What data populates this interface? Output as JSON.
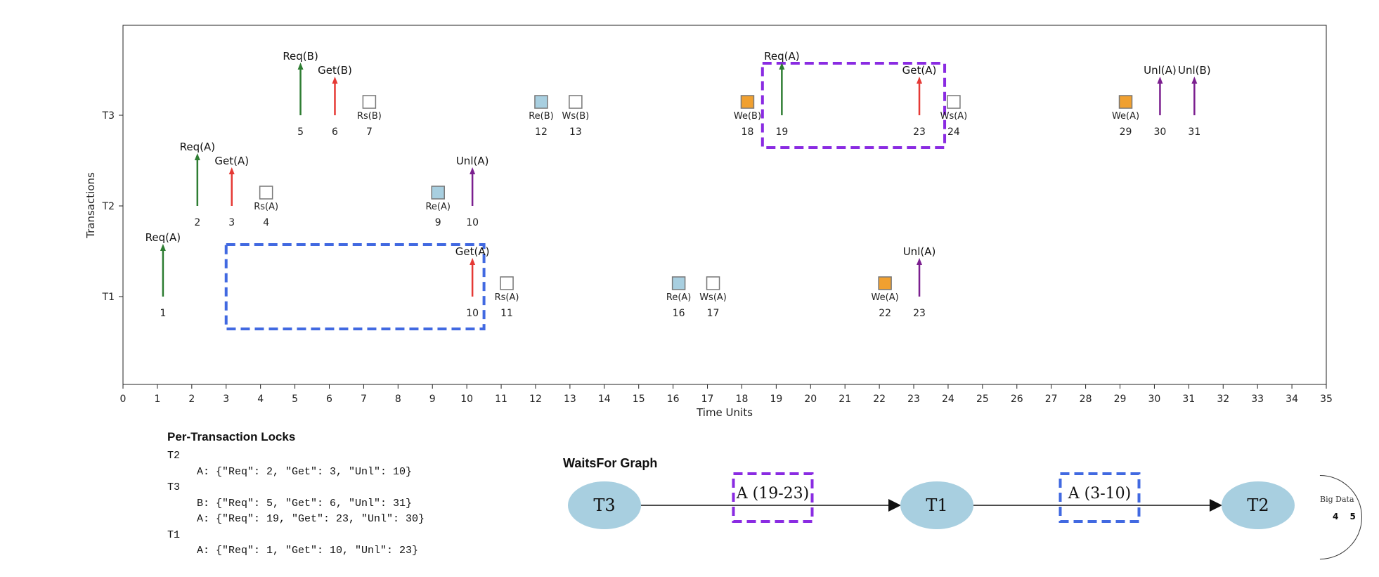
{
  "chart_data": {
    "type": "scatter",
    "xlabel": "Time Units",
    "ylabel": "Transactions",
    "xlim": [
      0,
      35
    ],
    "x_ticks": [
      0,
      1,
      2,
      3,
      4,
      5,
      6,
      7,
      8,
      9,
      10,
      11,
      12,
      13,
      14,
      15,
      16,
      17,
      18,
      19,
      20,
      21,
      22,
      23,
      24,
      25,
      26,
      27,
      28,
      29,
      30,
      31,
      32,
      33,
      34,
      35
    ],
    "y_ticks": [
      "T1",
      "T2",
      "T3"
    ],
    "grid": false,
    "colors": {
      "Req": "#2e7d32",
      "Get": "#e53935",
      "Unl": "#7b1f8f",
      "Rs": "#ffffff",
      "Ws": "#ffffff",
      "Re": "#a8cfe0",
      "We": "#f0a030"
    },
    "events": [
      {
        "tx": "T1",
        "t": 1,
        "kind": "Req",
        "label": "Req(A)",
        "id": "1"
      },
      {
        "tx": "T1",
        "t": 10,
        "kind": "Get",
        "label": "Get(A)",
        "id": "10"
      },
      {
        "tx": "T1",
        "t": 11,
        "kind": "Rs",
        "label": "Rs(A)",
        "id": "11"
      },
      {
        "tx": "T1",
        "t": 16,
        "kind": "Re",
        "label": "Re(A)",
        "id": "16"
      },
      {
        "tx": "T1",
        "t": 17,
        "kind": "Ws",
        "label": "Ws(A)",
        "id": "17"
      },
      {
        "tx": "T1",
        "t": 22,
        "kind": "We",
        "label": "We(A)",
        "id": "22"
      },
      {
        "tx": "T1",
        "t": 23,
        "kind": "Unl",
        "label": "Unl(A)",
        "id": "23"
      },
      {
        "tx": "T2",
        "t": 2,
        "kind": "Req",
        "label": "Req(A)",
        "id": "2"
      },
      {
        "tx": "T2",
        "t": 3,
        "kind": "Get",
        "label": "Get(A)",
        "id": "3"
      },
      {
        "tx": "T2",
        "t": 4,
        "kind": "Rs",
        "label": "Rs(A)",
        "id": "4"
      },
      {
        "tx": "T2",
        "t": 9,
        "kind": "Re",
        "label": "Re(A)",
        "id": "9"
      },
      {
        "tx": "T2",
        "t": 10,
        "kind": "Unl",
        "label": "Unl(A)",
        "id": "10"
      },
      {
        "tx": "T3",
        "t": 5,
        "kind": "Req",
        "label": "Req(B)",
        "id": "5"
      },
      {
        "tx": "T3",
        "t": 6,
        "kind": "Get",
        "label": "Get(B)",
        "id": "6"
      },
      {
        "tx": "T3",
        "t": 7,
        "kind": "Rs",
        "label": "Rs(B)",
        "id": "7"
      },
      {
        "tx": "T3",
        "t": 12,
        "kind": "Re",
        "label": "Re(B)",
        "id": "12"
      },
      {
        "tx": "T3",
        "t": 13,
        "kind": "Ws",
        "label": "Ws(B)",
        "id": "13"
      },
      {
        "tx": "T3",
        "t": 18,
        "kind": "We",
        "label": "We(B)",
        "id": "18"
      },
      {
        "tx": "T3",
        "t": 19,
        "kind": "Req",
        "label": "Req(A)",
        "id": "19"
      },
      {
        "tx": "T3",
        "t": 23,
        "kind": "Get",
        "label": "Get(A)",
        "id": "23"
      },
      {
        "tx": "T3",
        "t": 24,
        "kind": "Ws",
        "label": "Ws(A)",
        "id": "24"
      },
      {
        "tx": "T3",
        "t": 29,
        "kind": "We",
        "label": "We(A)",
        "id": "29"
      },
      {
        "tx": "T3",
        "t": 30,
        "kind": "Unl",
        "label": "Unl(A)",
        "id": "30"
      },
      {
        "tx": "T3",
        "t": 31,
        "kind": "Unl",
        "label": "Unl(B)",
        "id": "31"
      }
    ],
    "wait_boxes": [
      {
        "tx": "T1",
        "from": 3,
        "to": 10.5,
        "color": "#4169e1"
      },
      {
        "tx": "T3",
        "from": 18.6,
        "to": 23.9,
        "color": "#8a2be2"
      }
    ]
  },
  "locks": {
    "title": "Per-Transaction Locks",
    "groups": [
      {
        "tx": "T2",
        "entries": [
          "A: {\"Req\": 2, \"Get\": 3, \"Unl\": 10}"
        ]
      },
      {
        "tx": "T3",
        "entries": [
          "B: {\"Req\": 5, \"Get\": 6, \"Unl\": 31}",
          "A: {\"Req\": 19, \"Get\": 23, \"Unl\": 30}"
        ]
      },
      {
        "tx": "T1",
        "entries": [
          "A: {\"Req\": 1, \"Get\": 10, \"Unl\": 23}"
        ]
      }
    ]
  },
  "waits_for": {
    "title": "WaitsFor Graph",
    "nodes": [
      "T3",
      "T1",
      "T2"
    ],
    "edges": [
      {
        "from": "T3",
        "to": "T1",
        "label": "A (19-23)",
        "color": "#8a2be2"
      },
      {
        "from": "T1",
        "to": "T2",
        "label": "A (3-10)",
        "color": "#4169e1"
      }
    ],
    "node_color": "#a8cfe0"
  },
  "stamp": {
    "text": "Big Data",
    "number": "4 5"
  }
}
